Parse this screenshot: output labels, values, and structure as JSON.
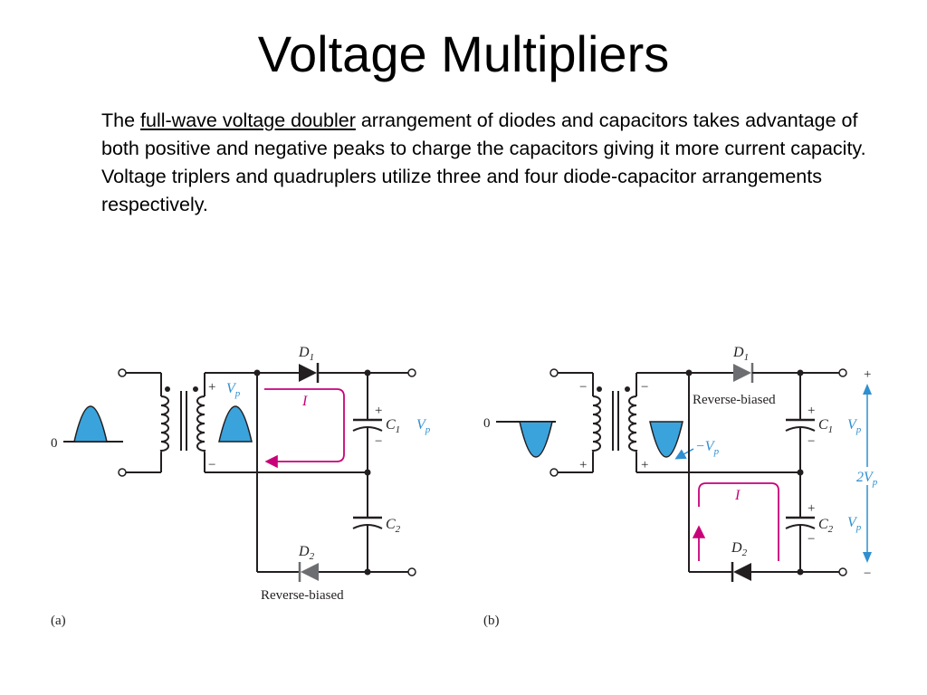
{
  "slide": {
    "title": "Voltage Multipliers",
    "para_prefix": "The ",
    "para_link": "full-wave voltage doubler",
    "para_suffix": " arrangement of diodes and capacitors takes advantage of both positive and negative peaks to charge the capacitors giving it more current capacity. Voltage triplers and quadruplers utilize three and four diode-capacitor arrangements respectively."
  },
  "figure_a": {
    "caption": "(a)",
    "zero": "0",
    "d1": "D",
    "d1_sub": "1",
    "d2": "D",
    "d2_sub": "2",
    "c1": "C",
    "c1_sub": "1",
    "c2": "C",
    "c2_sub": "2",
    "vp": "V",
    "vp_sub": "p",
    "vp_right": "V",
    "vp_right_sub": "p",
    "current": "I",
    "reverse_biased": "Reverse-biased",
    "plus": "+",
    "minus": "−"
  },
  "figure_b": {
    "caption": "(b)",
    "zero": "0",
    "d1": "D",
    "d1_sub": "1",
    "d2": "D",
    "d2_sub": "2",
    "c1": "C",
    "c1_sub": "1",
    "c2": "C",
    "c2_sub": "2",
    "neg_vp": "−V",
    "neg_vp_sub": "p",
    "vp_c1": "V",
    "vp_c1_sub": "p",
    "vp_c2": "V",
    "vp_c2_sub": "p",
    "two_vp": "2V",
    "two_vp_sub": "p",
    "current": "I",
    "reverse_biased": "Reverse-biased",
    "plus": "+",
    "minus": "−"
  },
  "colors": {
    "wire": "#231f20",
    "waveform_fill": "#3aa3dc",
    "annotation_blue": "#2f8fd0",
    "current_pink": "#c8007a",
    "diode_grey": "#6d6e71"
  }
}
